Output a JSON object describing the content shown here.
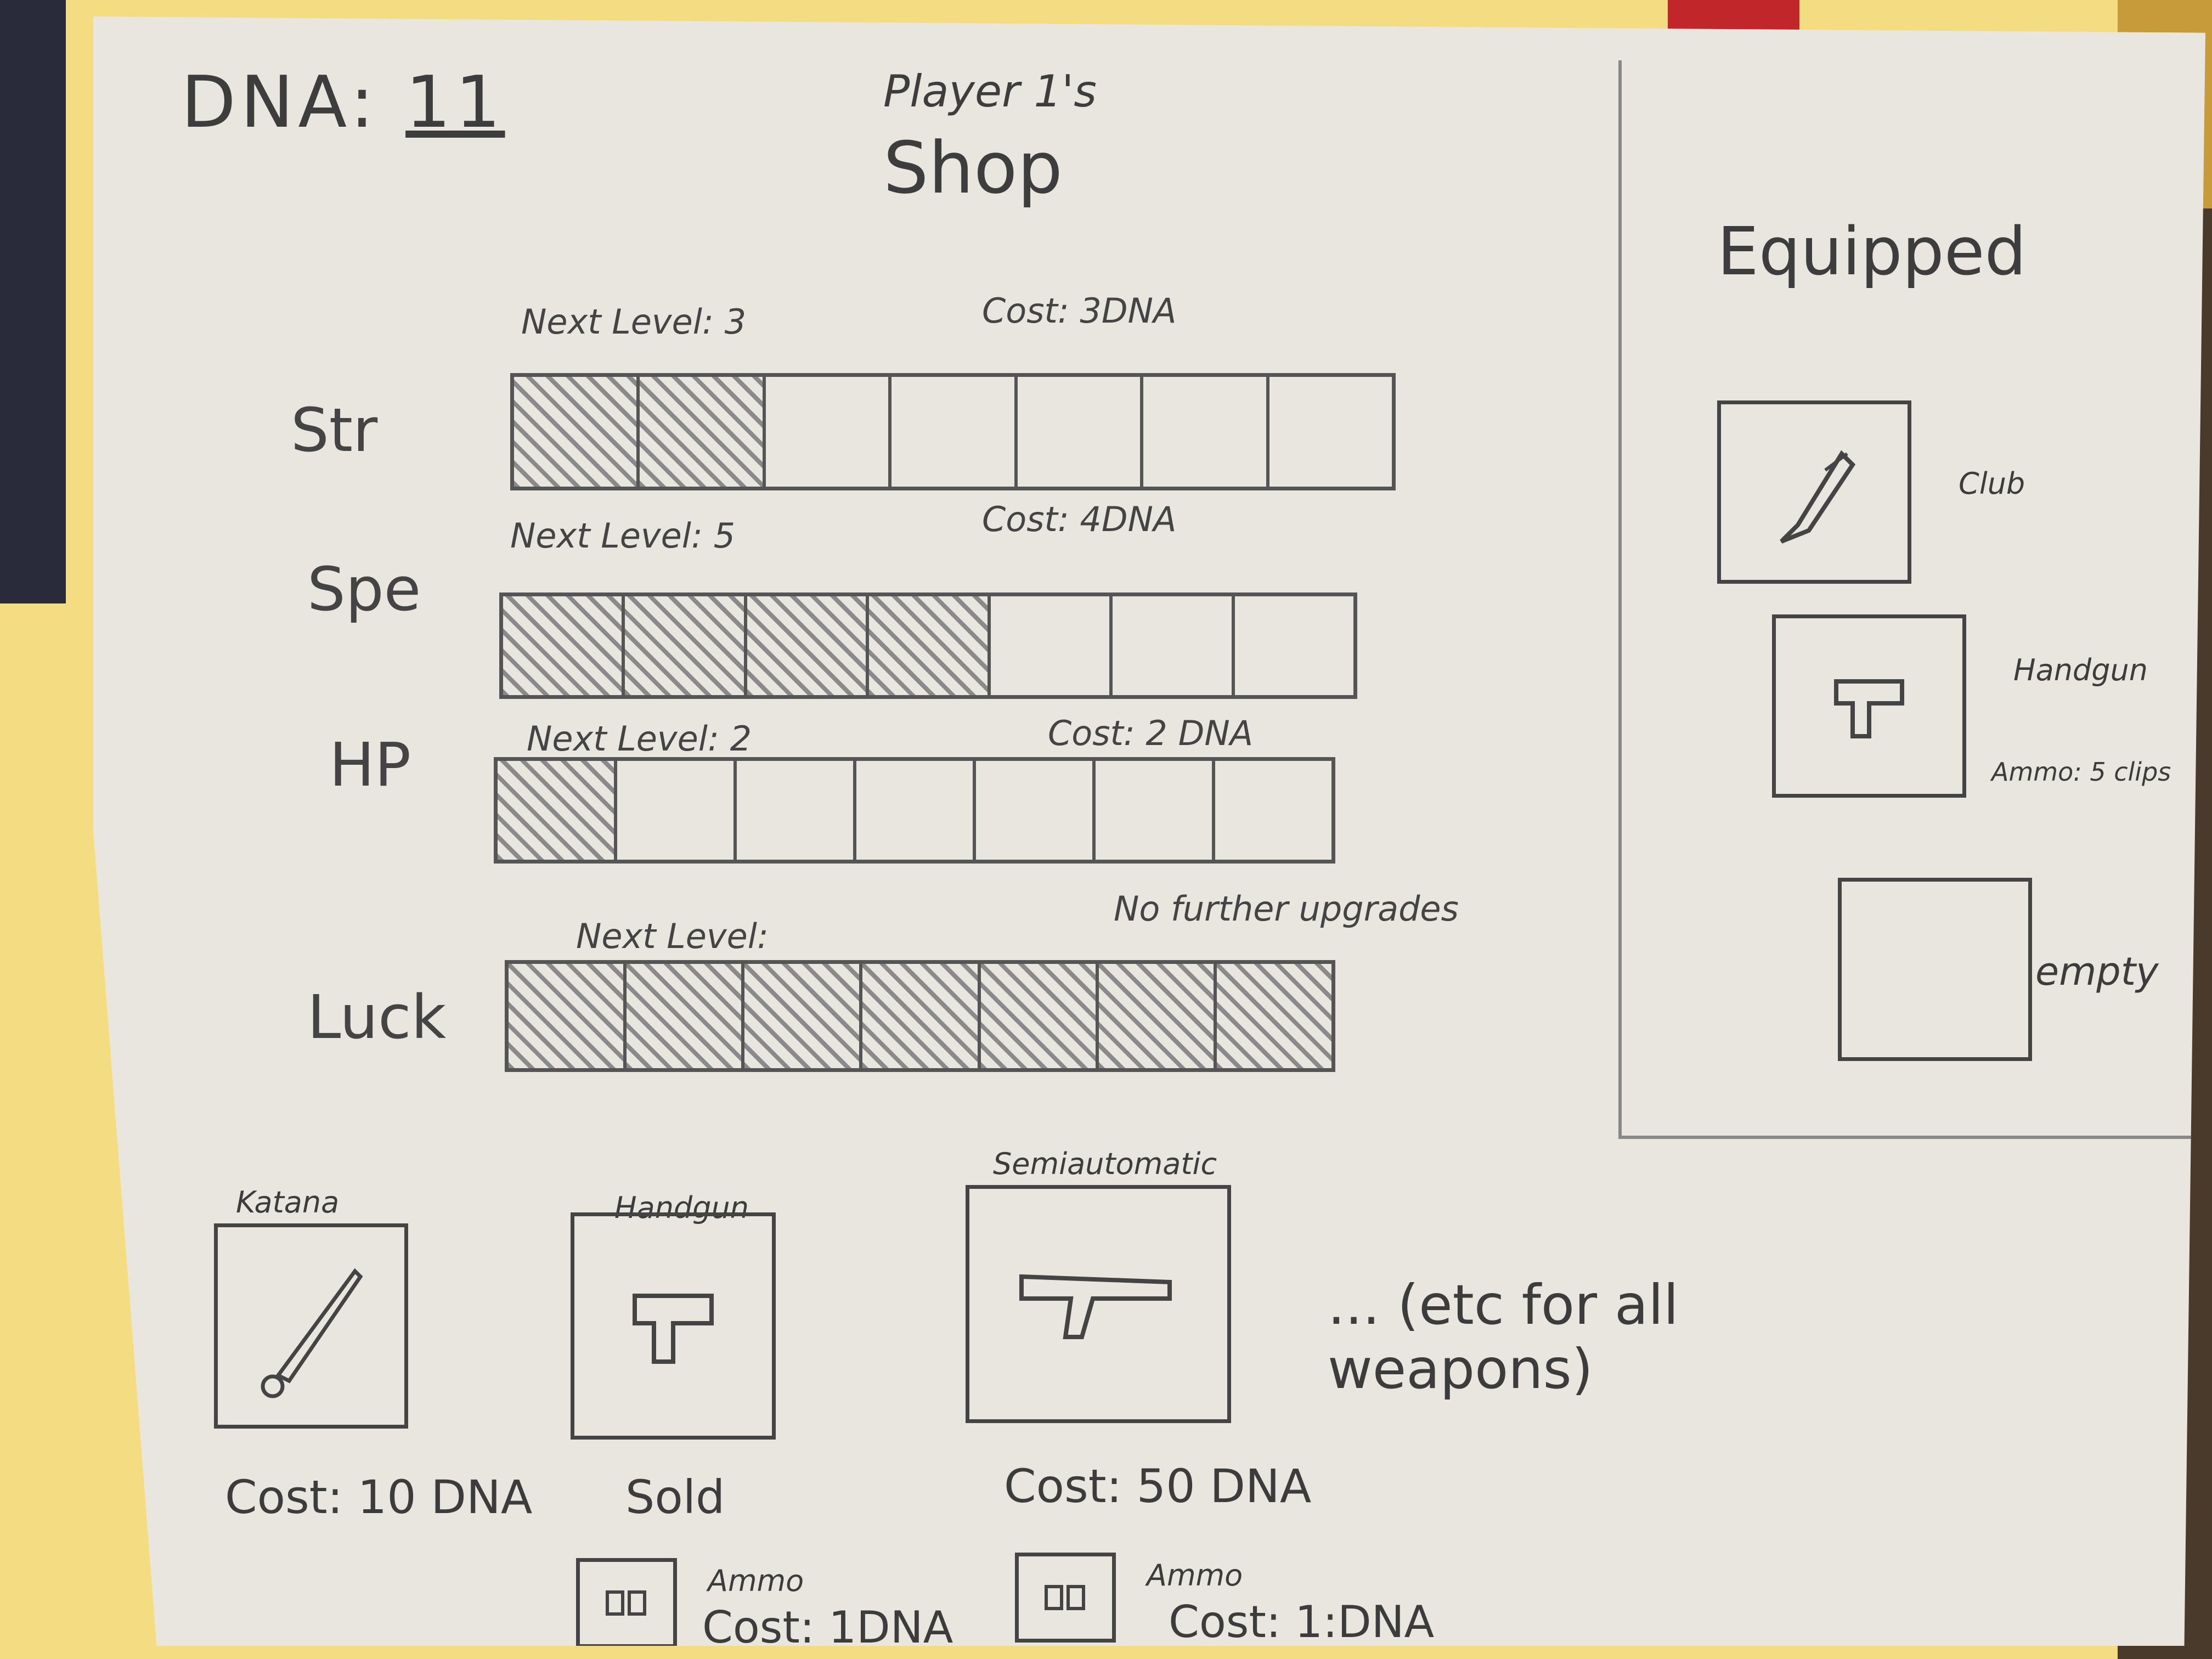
{
  "header": {
    "dna_label": "DNA:",
    "dna_value": "11",
    "title_sub": "Player 1's",
    "title_main": "Shop"
  },
  "stats": [
    {
      "label": "Str",
      "note_left": "Next Level: 3",
      "note_right": "Cost: 3DNA",
      "level": 2,
      "max": 7
    },
    {
      "label": "Spe",
      "note_left": "Next Level: 5",
      "note_right": "Cost: 4DNA",
      "level": 4,
      "max": 7
    },
    {
      "label": "HP",
      "note_left": "Next Level: 2",
      "note_right": "Cost: 2 DNA",
      "level": 1,
      "max": 7
    },
    {
      "label": "Luck",
      "note_left": "Next Level:",
      "note_right": "No further upgrades",
      "level": 7,
      "max": 7
    }
  ],
  "equipped": {
    "title": "Equipped",
    "slots": [
      {
        "name": "Club",
        "icon": "club-icon",
        "extra": ""
      },
      {
        "name": "Handgun",
        "icon": "handgun-icon",
        "extra": "Ammo: 5 clips"
      },
      {
        "name": "empty",
        "icon": "",
        "extra": ""
      }
    ]
  },
  "shop": {
    "items": [
      {
        "name": "Katana",
        "icon": "katana-icon",
        "cost": "Cost: 10 DNA"
      },
      {
        "name": "Handgun",
        "icon": "handgun-icon",
        "cost": "Sold"
      },
      {
        "name": "Semiautomatic",
        "icon": "rifle-icon",
        "cost": "Cost: 50 DNA"
      }
    ],
    "ammo": [
      {
        "label": "Ammo",
        "cost": "Cost: 1DNA"
      },
      {
        "label": "Ammo",
        "cost": "Cost: 1:DNA"
      }
    ],
    "etc_note": "... (etc for all weapons)"
  }
}
